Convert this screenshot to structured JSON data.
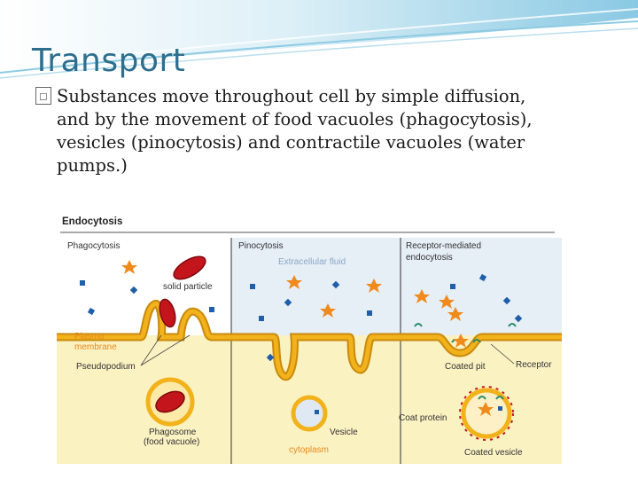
{
  "slide": {
    "title": "Transport",
    "bullet_icon": "square-bullet-icon",
    "bullet_lines": [
      "Substances move throughout cell by simple diffusion,",
      "and by the movement of food vacuoles (phagocytosis),",
      "vesicles (pinocytosis) and contractile vacuoles (water",
      "pumps.)"
    ]
  },
  "diagram": {
    "title": "Endocytosis",
    "panels": {
      "phagocytosis": "Phagocytosis",
      "pinocytosis": "Pinocytosis",
      "receptor": [
        "Receptor-mediated",
        "endocytosis"
      ]
    },
    "labels": {
      "extracellular": "Extracellular fluid",
      "solid_particle": "solid particle",
      "plasma_membrane": [
        "Plasma",
        "membrane"
      ],
      "pseudopodium": "Pseudopodium",
      "phagosome": [
        "Phagosome",
        "(food vacuole)"
      ],
      "vesicle": "Vesicle",
      "cytoplasm": "cytoplasm",
      "coated_pit": "Coated pit",
      "receptor": "Receptor",
      "coat_protein": "Coat protein",
      "coated_vesicle": "Coated vesicle"
    },
    "colors": {
      "membrane": "#f2b21b",
      "membrane_edge": "#c98a0e",
      "cytoplasm": "#fbf3c6",
      "extracellular": "#e3edf5",
      "particle": "#c4151c",
      "star": "#f08a1d",
      "molecule": "#1f5ea8",
      "receptor": "#2a8a6a"
    }
  }
}
